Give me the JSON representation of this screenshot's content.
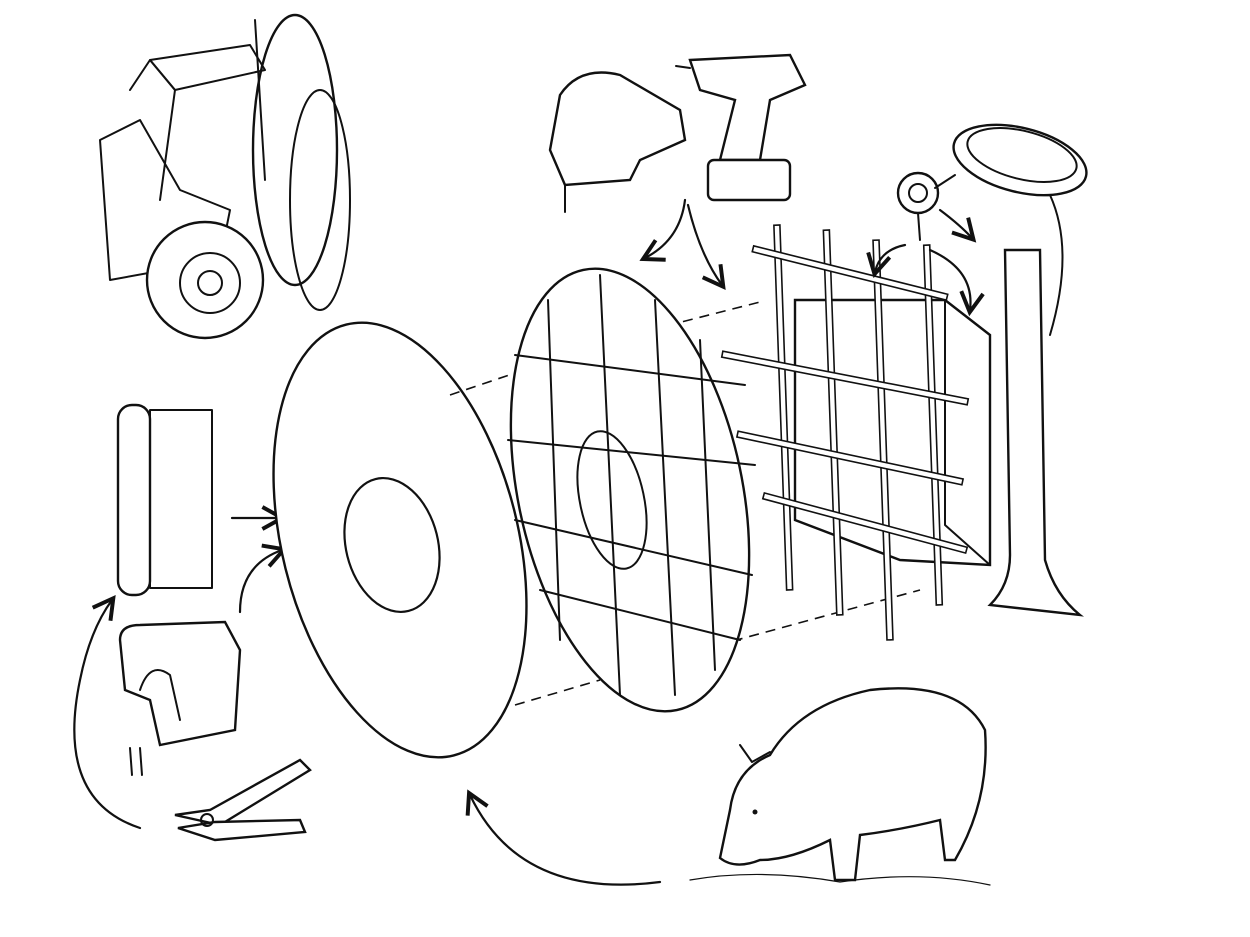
{
  "diagram": {
    "background": "#ffffff",
    "ink_color": "#111111",
    "style": "hand-drawn line illustration",
    "components": [
      "tractor-with-log-grapple",
      "chicken-wire-roll",
      "staple-gun",
      "wire-cutters",
      "front-wood-disc",
      "back-wood-disc-with-grid",
      "rebar-grid-box",
      "jigsaw",
      "cordless-drill",
      "eye-bolt",
      "rope-coil",
      "tree-trunk",
      "wild-boar"
    ]
  }
}
